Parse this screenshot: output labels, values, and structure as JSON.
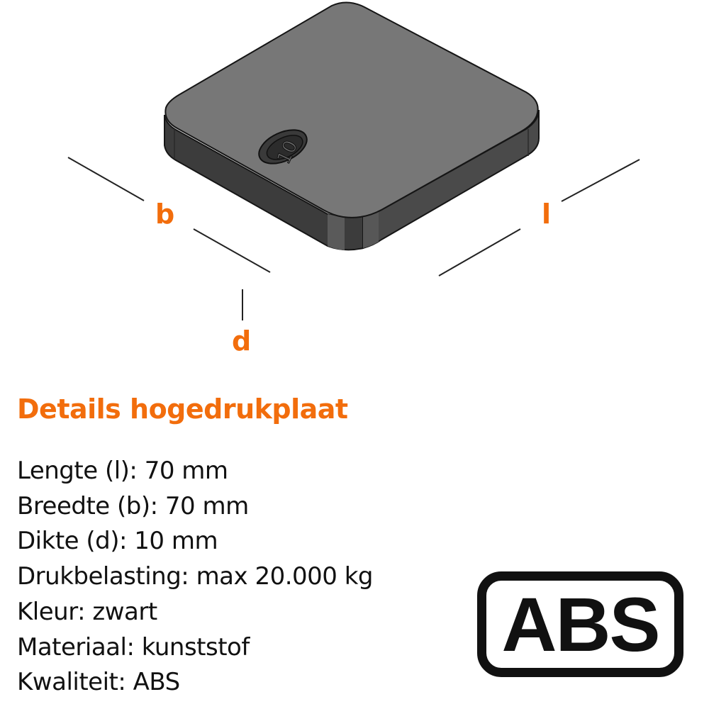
{
  "accent_color": "#F26D0C",
  "illustration": {
    "plate_engraving": "10",
    "dimension_labels": {
      "b": "b",
      "l": "l",
      "d": "d"
    }
  },
  "details": {
    "heading": "Details hogedrukplaat",
    "specs": [
      "Lengte (l): 70 mm",
      "Breedte (b): 70 mm",
      "Dikte (d): 10 mm",
      "Drukbelasting: max 20.000 kg",
      "Kleur: zwart",
      "Materiaal: kunststof",
      "Kwaliteit: ABS"
    ]
  },
  "badge": {
    "label": "ABS"
  }
}
